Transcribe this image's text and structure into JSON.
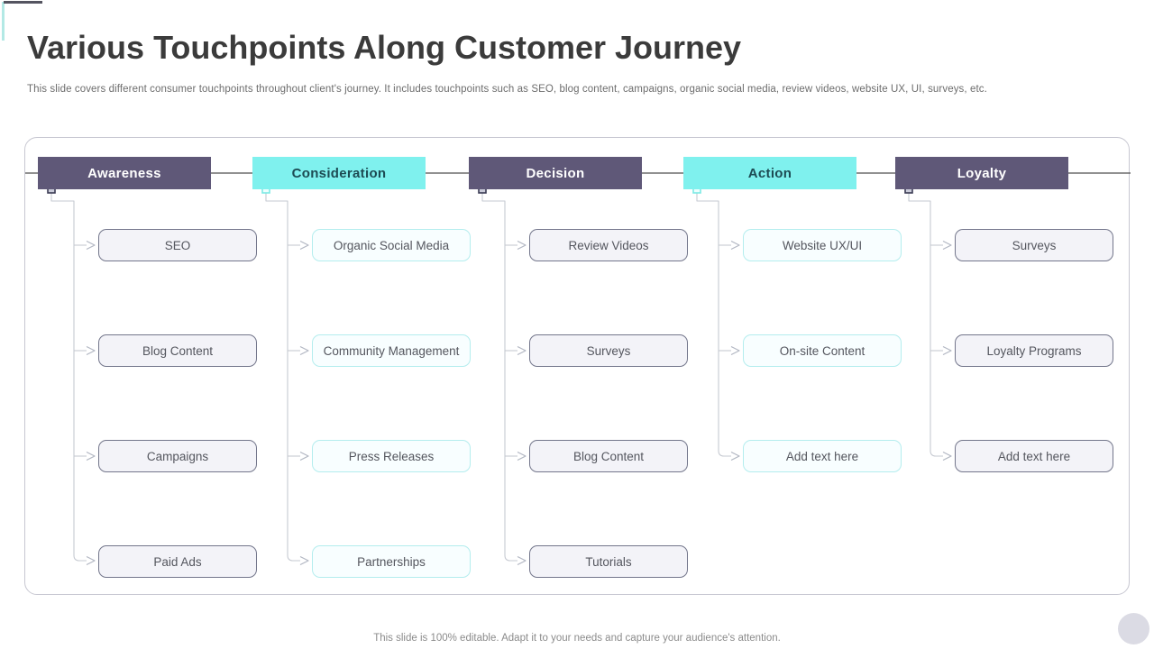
{
  "slide": {
    "title": "Various Touchpoints Along Customer Journey",
    "subtitle": "This slide covers different consumer touchpoints throughout client's journey. It includes touchpoints such as SEO, blog content, campaigns, organic social media, review videos, website UX, UI, surveys, etc.",
    "footer": "This slide is 100% editable. Adapt it to your needs and capture your audience's attention."
  },
  "columns": [
    {
      "label": "Awareness",
      "style": "purple",
      "items": [
        "SEO",
        "Blog Content",
        "Campaigns",
        "Paid Ads"
      ]
    },
    {
      "label": "Consideration",
      "style": "cyan",
      "items": [
        "Organic Social Media",
        "Community Management",
        "Press Releases",
        "Partnerships"
      ]
    },
    {
      "label": "Decision",
      "style": "purple",
      "items": [
        "Review Videos",
        "Surveys",
        "Blog Content",
        "Tutorials"
      ]
    },
    {
      "label": "Action",
      "style": "cyan",
      "items": [
        "Website UX/UI",
        "On-site Content",
        "Add text here"
      ]
    },
    {
      "label": "Loyalty",
      "style": "purple",
      "items": [
        "Surveys",
        "Loyalty Programs",
        "Add text here"
      ]
    }
  ],
  "colors": {
    "purple_header": "#5f5878",
    "cyan_header": "#7ff1ee",
    "cyan_header_text": "#1d4b53",
    "gray_box_border": "#73768b",
    "gray_box_fill": "#f3f3f8",
    "cyan_box_border": "#b4edee",
    "cyan_box_fill": "#f8feff",
    "panel_border": "#c7c7d1",
    "connector_light": "#c5c9d1",
    "header_line": "#4f4f4f",
    "title_text": "#3b3b3b",
    "accent_teal_bar": "#b3e9e5",
    "corner_circle": "#dbdbe4"
  }
}
